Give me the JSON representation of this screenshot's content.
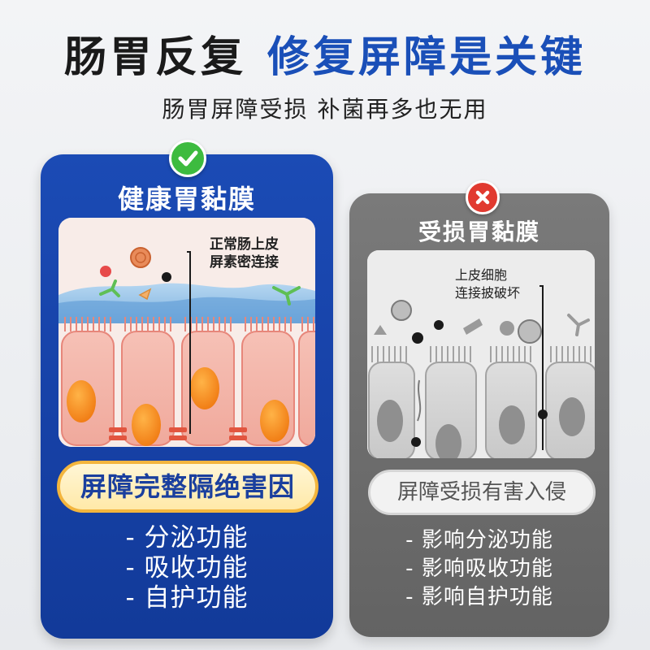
{
  "header": {
    "title_left": "肠胃反复",
    "title_right": "修复屏障是关键",
    "subtitle": "肠胃屏障受损 补菌再多也无用"
  },
  "healthy": {
    "title": "健康胃黏膜",
    "illustration_label_line1": "正常肠上皮",
    "illustration_label_line2": "屏素密连接",
    "pill": "屏障完整隔绝害因",
    "items": [
      "- 分泌功能",
      "- 吸收功能",
      "- 自护功能"
    ],
    "badge_icon": "check-icon"
  },
  "damaged": {
    "title": "受损胃黏膜",
    "illustration_label_line1": "上皮细胞",
    "illustration_label_line2": "连接披破坏",
    "pill": "屏障受损有害入侵",
    "items": [
      "- 影响分泌功能",
      "- 影响吸收功能",
      "- 影响自护功能"
    ],
    "badge_icon": "x-icon"
  },
  "colors": {
    "brand_blue": "#1a4fb8",
    "card_blue": "#1742a8",
    "card_gray": "#6c6c6c",
    "check_green": "#3dbb3f",
    "x_red": "#e13a30",
    "pill_gold": "#f3b53d"
  }
}
